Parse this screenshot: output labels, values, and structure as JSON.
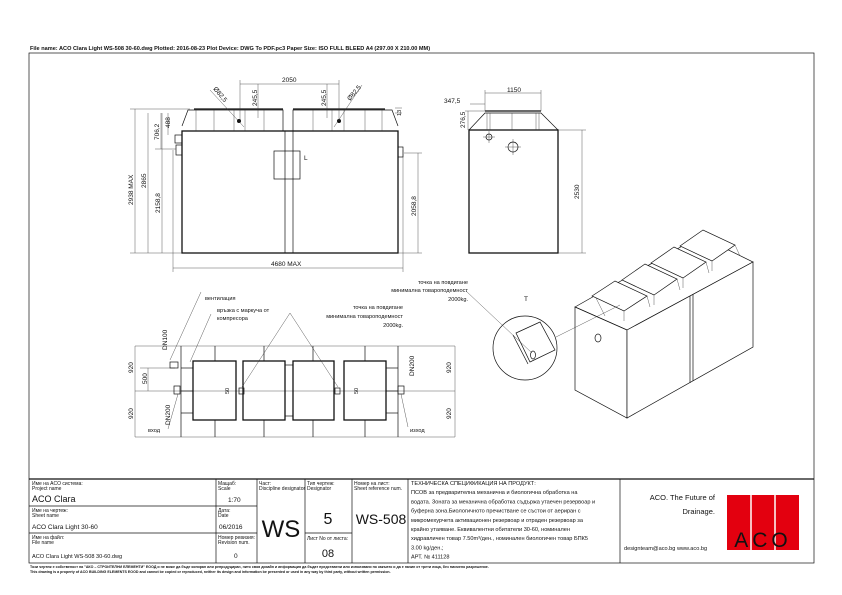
{
  "header": {
    "plot_info": "File name: ACO Clara Light WS-508 30-60.dwg   Plotted: 2016-08-23   Plot Device: DWG To PDF.pc3   Paper Size: ISO FULL BLEED A4 (297.00 X 210.00 MM)"
  },
  "front_view": {
    "dim_width_top": "2050",
    "dim_hole_left": "245,5",
    "dim_hole_right": "245,5",
    "dim_diam_left": "Ø82,5",
    "dim_diam_right": "Ø82,5",
    "dim_13": "13",
    "dim_total_height": "2938 MAX",
    "dim_2865": "2865",
    "dim_2158": "2158,8",
    "dim_706": "706,2",
    "dim_488": "488",
    "dim_2058": "2058,8",
    "dim_length": "4680 MAX",
    "marker_l": "L"
  },
  "side_view": {
    "dim_1150": "1150",
    "dim_347": "347,5",
    "dim_276": "276,5",
    "dim_2530": "2530"
  },
  "plan_view": {
    "ventilation": "вентилация",
    "compressor_line1": "връзка с маркуча от",
    "compressor_line2": "компресора",
    "lift_line1": "точка на повдигане",
    "lift_line2": "минимална товароподемност",
    "lift_line3": "2000kg.",
    "dn100": "DN100",
    "dn200_in": "DN200",
    "dn200_out": "DN200",
    "dim_920_tl": "920",
    "dim_500": "500",
    "dim_920_bl": "920",
    "dim_920_tr": "920",
    "dim_920_br": "920",
    "dim_50_l": "50",
    "dim_50_r": "50",
    "inlet": "вход",
    "outlet": "изход"
  },
  "iso_view": {
    "lift_line1": "точка на повдигане",
    "lift_line2": "минимална товароподемност",
    "lift_line3": "2000kg.",
    "marker_t": "T"
  },
  "title_block": {
    "project_label_bg": "Име на ACO система:",
    "project_label_en": "Project name",
    "project_value": "ACO Clara",
    "sheet_label_bg": "Име на чертеж:",
    "sheet_label_en": "Sheet name",
    "sheet_value": "ACO Clara Light 30-60",
    "file_label_bg": "Име на файл:",
    "file_label_en": "File name",
    "file_value": "ACO Clara Light WS-508 30-60.dwg",
    "scale_label_bg": "Мащаб:",
    "scale_label_en": "Scale",
    "scale_value": "1:70",
    "date_label_bg": "Дата:",
    "date_label_en": "Date",
    "date_value": "06/2016",
    "rev_label_bg": "Номер ревизия:",
    "rev_label_en": "Revision num.",
    "rev_value": "0",
    "part_label_bg": "Част:",
    "part_label_en": "Discipline designator",
    "part_value": "WS",
    "type_label_bg": "Тип чертеж:",
    "type_label_en": "Designator",
    "type_value": "5",
    "sheetno_label": "Лист No от листа:",
    "sheetno_value": "08",
    "ref_label_bg": "Номер на лист:",
    "ref_label_en": "Sheet reference num.",
    "ref_value": "WS-508",
    "spec_lines": [
      "ТЕХНИЧЕСКА СПЕЦИФИКАЦИЯ НА ПРОДУКТ:",
      "ПСОВ за предварителна механична и биологична обработка на",
      "водата. Зоната за механична обработка съдържа утаечен резервоар и",
      "буферна зона.Биологичното пречистване се състои от аериран с",
      "микромехурчета активационен резервоар и отраден резервоар за",
      "крайно утаяване. Еквивалентни обитатели 30-60, номинален",
      "хидравличен товар 7.50m³/ден., номинален биологичен товар БПК5",
      "3.00 kg/ден.;",
      "АРТ. № 411128"
    ],
    "slogan_line1": "ACO. The Future of",
    "slogan_line2": "Drainage.",
    "contacts": "designteam@aco.bg   www.aco.bg",
    "logo_text": "ACO",
    "logo_color": "#e3000f"
  },
  "footer": {
    "line_bg": "Този чертеж е собственост на \"АКО – СТРОИТЕЛНИ ЕЛЕМЕНТИ\" ЕООД и не може да бъде копиран или репродуциран, нито своя дизайн и информация да бъдат представени или използвани по какъвто и да е начин от трети лица, без писмено разрешение.",
    "line_en": "This drawing is a property of ACO BUILDING ELEMENTS EOOD and cannot be copied or reproduced, neither its design and information be presented or used in any way by third party, without written permission."
  }
}
